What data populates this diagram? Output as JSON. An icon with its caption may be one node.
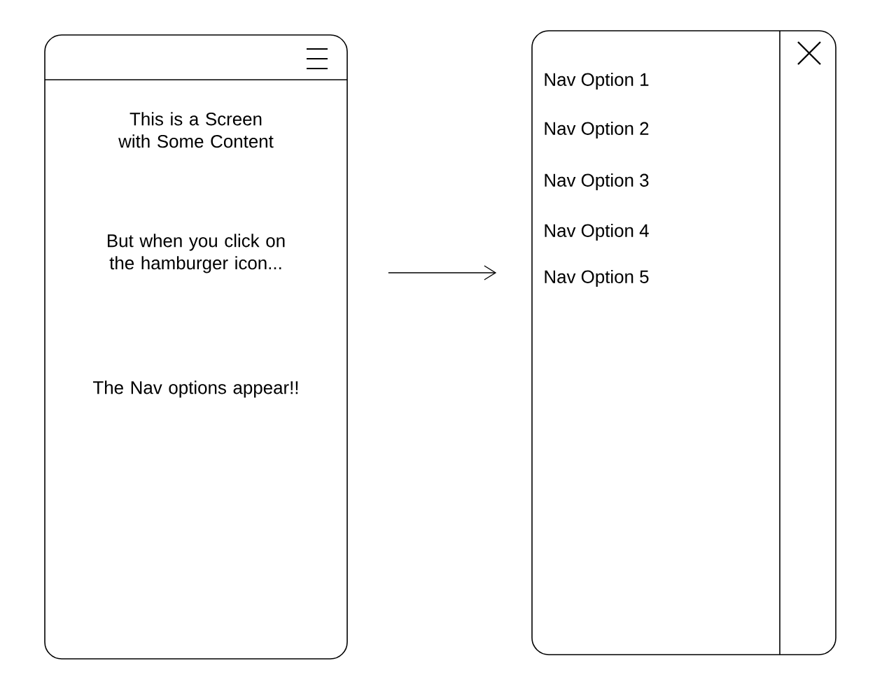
{
  "diagram": {
    "nodes": [
      {
        "text": [
          "This is a Screen with Some Content",
          "But when you click on the hamburger icon...",
          "The Nav options appear!!"
        ]
      },
      {
        "text": [
          "Nav Option 1",
          "Nav Option 2",
          "Nav Option 3",
          "Nav Option 4",
          "Nav Option 5"
        ]
      }
    ],
    "edges": [
      {
        "from": 0,
        "to": 1,
        "arrow": "to"
      }
    ]
  }
}
